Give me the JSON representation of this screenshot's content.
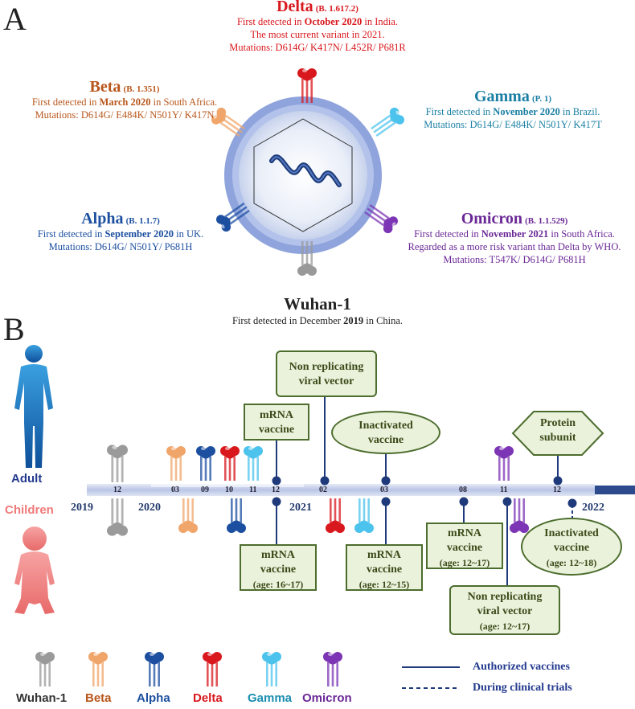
{
  "panel_a_letter": "A",
  "panel_b_letter": "B",
  "colors": {
    "delta": "#d8181d",
    "beta": "#b8561b",
    "gamma": "#1a8db0",
    "alpha": "#1c4fa0",
    "omicron": "#6a2796",
    "wuhan": "#888888",
    "box_border": "#4d6d2e",
    "box_fill": "#eaf2dc",
    "timeline": "#aab6dc",
    "vaccine_line": "#1f3a7a"
  },
  "variants": {
    "delta": {
      "name": "Delta",
      "lineage": "(B. 1.617.2)",
      "l1_pre": "First detected in ",
      "l1_bold": "October 2020",
      "l1_post": " in India.",
      "l2": "The most current variant in 2021.",
      "l3": "Mutations: D614G/ K417N/ L452R/ P681R"
    },
    "beta": {
      "name": "Beta",
      "lineage": "(B. 1.351)",
      "l1_pre": "First detected in ",
      "l1_bold": "March 2020",
      "l1_post": " in South Africa.",
      "l2": "Mutations: D614G/ E484K/ N501Y/ K417N"
    },
    "gamma": {
      "name": "Gamma",
      "lineage": "(P. 1)",
      "l1_pre": "First detected in ",
      "l1_bold": "November 2020",
      "l1_post": " in Brazil.",
      "l2": "Mutations: D614G/ E484K/ N501Y/ K417T"
    },
    "alpha": {
      "name": "Alpha",
      "lineage": "(B. 1.1.7)",
      "l1_pre": "First detected in ",
      "l1_bold": "September 2020",
      "l1_post": " in UK.",
      "l2": "Mutations: D614G/ N501Y/ P681H"
    },
    "omicron": {
      "name": "Omicron",
      "lineage": "(B. 1.1.529)",
      "l1_pre": "First detected in ",
      "l1_bold": "November 2021",
      "l1_post": " in South Africa.",
      "l2": "Regarded as a more risk variant than Delta by WHO.",
      "l3": "Mutations: T547K/ D614G/ P681H"
    },
    "wuhan": {
      "name": "Wuhan-1",
      "l1_pre": "First detected in December ",
      "l1_bold": "2019",
      "l1_post": " in China."
    }
  },
  "side_labels": {
    "adult": "Adult",
    "children": "Children"
  },
  "years": {
    "y2019": "2019",
    "y2020": "2020",
    "y2021": "2021",
    "y2022": "2022"
  },
  "months": {
    "m12a": "12",
    "m03a": "03",
    "m09": "09",
    "m10": "10",
    "m11a": "11",
    "m12b": "12",
    "m02": "02",
    "m03b": "03",
    "m08": "08",
    "m11b": "11",
    "m12c": "12"
  },
  "adult_vaccines": {
    "mrna": {
      "l1": "mRNA",
      "l2": "vaccine"
    },
    "viral_vector": {
      "l1": "Non replicating",
      "l2": "viral vector"
    },
    "inactivated": {
      "l1": "Inactivated",
      "l2": "vaccine"
    },
    "protein": {
      "l1": "Protein",
      "l2": "subunit"
    }
  },
  "child_vaccines": {
    "mrna_16": {
      "l1": "mRNA",
      "l2": "vaccine",
      "age": "(age: 16~17)"
    },
    "mrna_12_15": {
      "l1": "mRNA",
      "l2": "vaccine",
      "age": "(age: 12~15)"
    },
    "mrna_12_17": {
      "l1": "mRNA",
      "l2": "vaccine",
      "age": "(age: 12~17)"
    },
    "viral_vector": {
      "l1": "Non replicating",
      "l2": "viral vector",
      "age": "(age: 12~17)"
    },
    "inactivated": {
      "l1": "Inactivated",
      "l2": "vaccine",
      "age": "(age: 12~18)"
    }
  },
  "legend": {
    "wuhan": "Wuhan-1",
    "beta": "Beta",
    "alpha": "Alpha",
    "delta": "Delta",
    "gamma": "Gamma",
    "omicron": "Omicron",
    "authorized": "Authorized vaccines",
    "clinical": "During clinical trials"
  }
}
